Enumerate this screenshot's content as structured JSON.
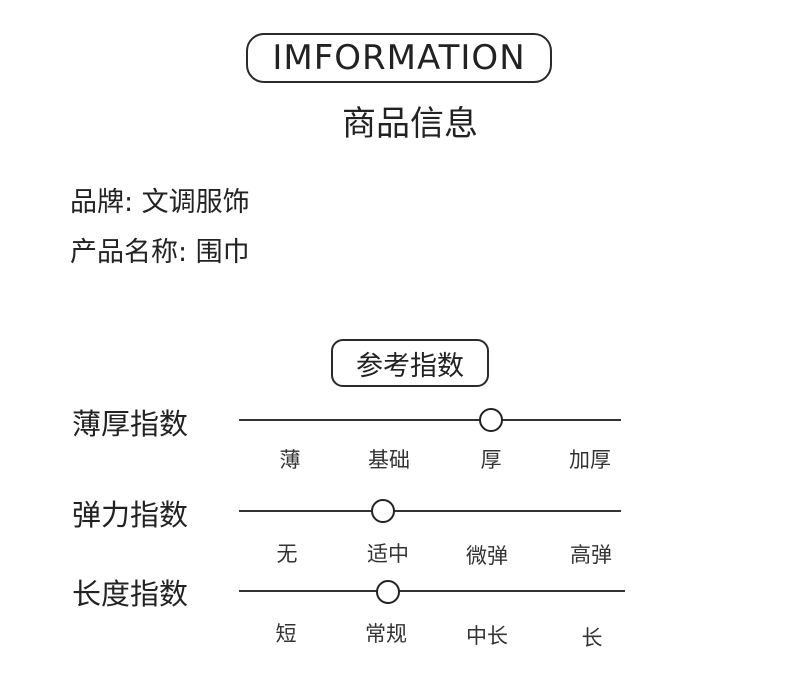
{
  "header": {
    "title": "IMFORMATION",
    "subtitle": "商品信息"
  },
  "info": {
    "brand": "品牌: 文调服饰",
    "product_name": "产品名称: 围巾"
  },
  "reference": {
    "title": "参考指数"
  },
  "metrics": [
    {
      "label": "薄厚指数",
      "options": [
        "薄",
        "基础",
        "厚",
        "加厚"
      ],
      "selected_index": 2,
      "selected": "厚"
    },
    {
      "label": "弹力指数",
      "options": [
        "无",
        "适中",
        "微弹",
        "高弹"
      ],
      "selected_index": 1,
      "selected": "适中"
    },
    {
      "label": "长度指数",
      "options": [
        "短",
        "常规",
        "中长",
        "长"
      ],
      "selected_index": 1,
      "selected": "常规"
    }
  ]
}
